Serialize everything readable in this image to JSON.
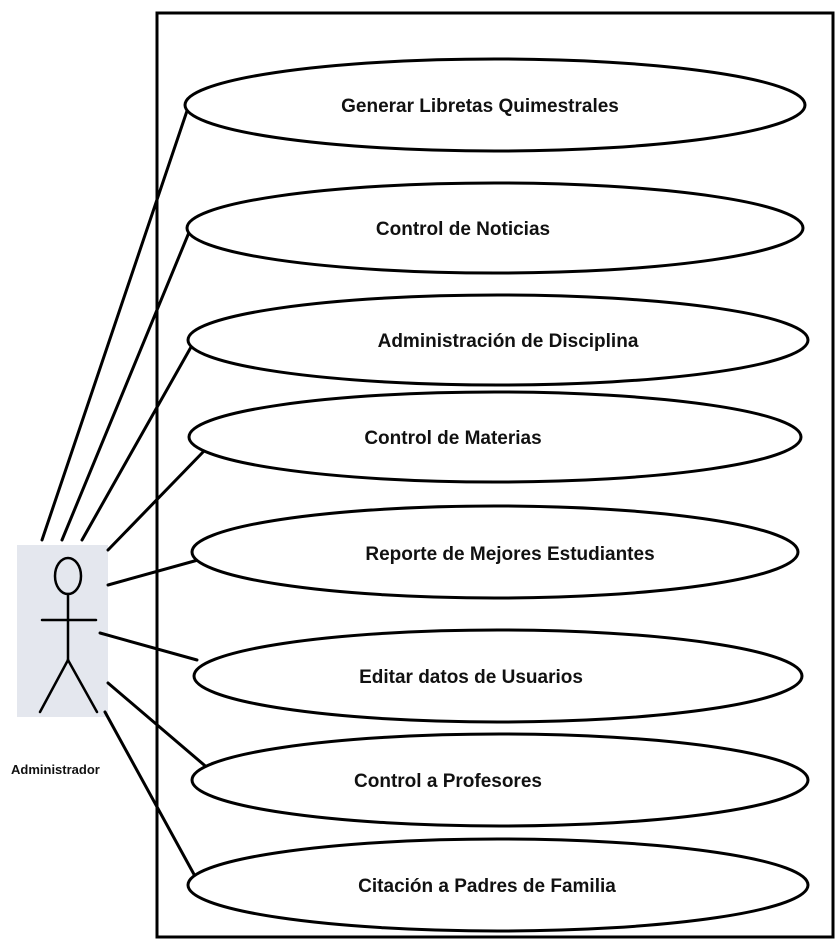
{
  "actor": {
    "name": "Administrador",
    "icon": "stick-figure-icon"
  },
  "use_cases": [
    {
      "label": "Generar Libretas Quimestrales"
    },
    {
      "label": "Control de Noticias"
    },
    {
      "label": "Administración de Disciplina"
    },
    {
      "label": "Control de Materias"
    },
    {
      "label": "Reporte de Mejores Estudiantes"
    },
    {
      "label": "Editar datos de Usuarios"
    },
    {
      "label": "Control a Profesores"
    },
    {
      "label": "Citación a Padres de Familia"
    }
  ],
  "colors": {
    "stroke": "#000000",
    "actor_background": "#e4e7ee",
    "text": "#111111"
  }
}
